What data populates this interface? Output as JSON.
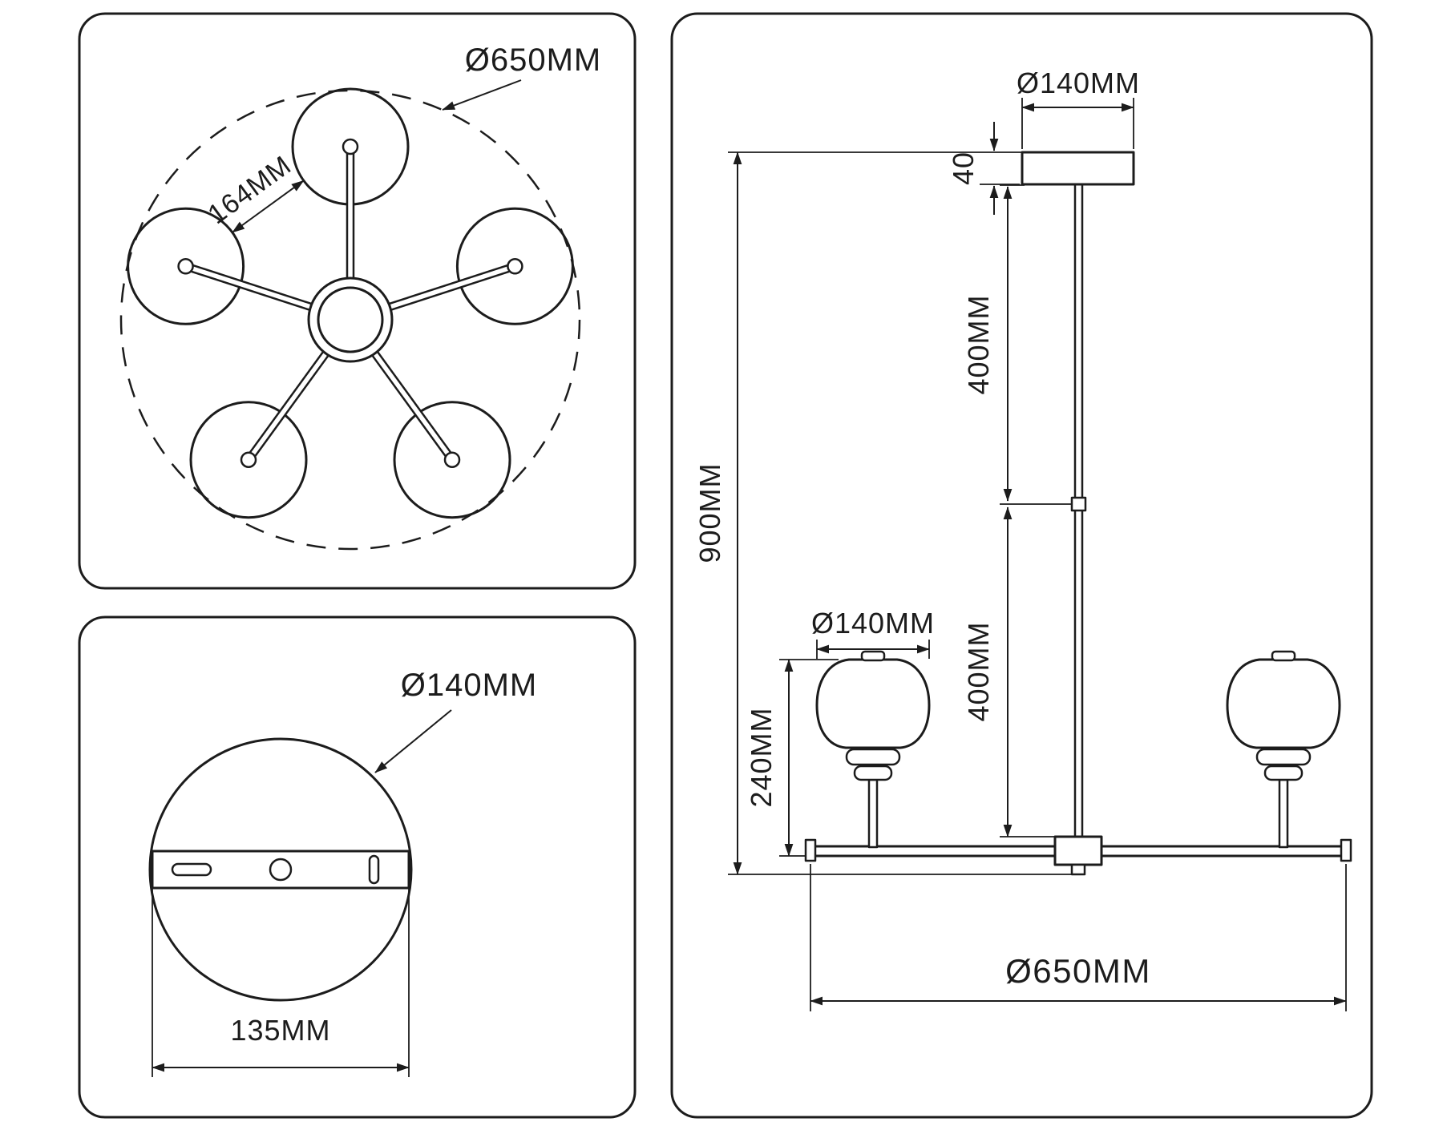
{
  "colors": {
    "line": "#1c1c1c",
    "background": "#ffffff"
  },
  "top_view": {
    "overall_diameter_label": "Ø650MM",
    "arm_pitch_label": "164MM"
  },
  "mount_view": {
    "canopy_diameter_label": "Ø140MM",
    "bracket_width_label": "135MM"
  },
  "side_view": {
    "canopy_diameter_label": "Ø140MM",
    "canopy_height_label": "40",
    "upper_rod_label": "400MM",
    "lower_rod_label": "400MM",
    "overall_height_label": "900MM",
    "shade_diameter_label": "Ø140MM",
    "shade_height_label": "240MM",
    "overall_width_label": "Ø650MM"
  }
}
